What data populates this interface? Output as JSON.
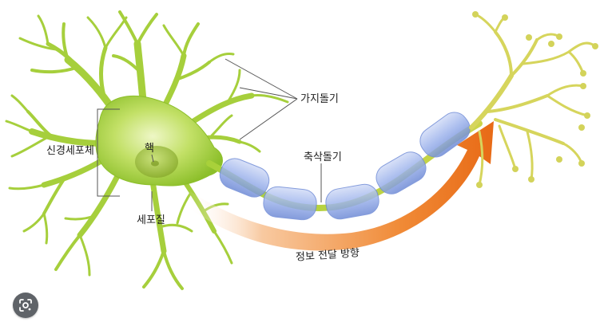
{
  "labels": {
    "dendrite": "가지돌기",
    "cell_body": "신경세포체",
    "nucleus": "핵",
    "cytoplasm": "세포질",
    "axon": "축삭돌기",
    "signal_direction": "정보 전달 방향"
  },
  "colors": {
    "neuron_green": "#a8d13a",
    "neuron_dark": "#7fae2a",
    "terminal_yellow": "#d9d860",
    "myelin_blue": "#8fa9e6",
    "arrow_orange": "#ee7b25",
    "label_line": "#555555"
  },
  "icons": {
    "lens_button": "google-lens-icon"
  }
}
